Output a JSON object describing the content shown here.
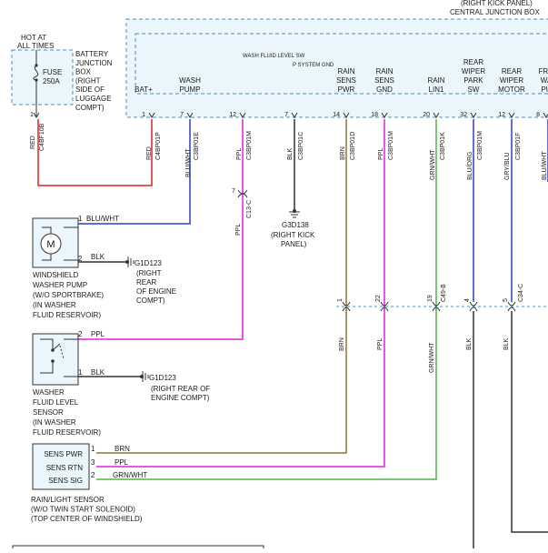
{
  "header": {
    "kick_panel_top": "(RIGHT KICK PANEL)",
    "central_junction_box": "CENTRAL JUNCTION BOX",
    "wash_fluid_level_sw": "WASH FLUID LEVEL SW",
    "p_system_gnd": "P SYSTEM GND"
  },
  "cjb_columns": [
    {
      "label_lines": [
        "BAT+"
      ],
      "pin": "1",
      "connector": "C4BP01P"
    },
    {
      "label_lines": [
        "WASH",
        "PUMP"
      ],
      "pin": "7",
      "connector": "C3BP01E"
    },
    {
      "label_lines": [],
      "pin": "12",
      "connector": "C3BP01M"
    },
    {
      "label_lines": [],
      "pin": "7",
      "connector": "C3BP01C"
    },
    {
      "label_lines": [
        "RAIN",
        "SENS",
        "PWR"
      ],
      "pin": "14",
      "connector": "C3BP01D"
    },
    {
      "label_lines": [
        "RAIN",
        "SENS",
        "GND"
      ],
      "pin": "18",
      "connector": "C3BP01M"
    },
    {
      "label_lines": [
        "RAIN",
        "LIN1"
      ],
      "pin": "20",
      "connector": "C3BP01K"
    },
    {
      "label_lines": [
        "REAR",
        "WIPER",
        "PARK",
        "SW"
      ],
      "pin": "32",
      "connector": "C3BP01M"
    },
    {
      "label_lines": [
        "REAR",
        "WIPER",
        "MOTOR"
      ],
      "pin": "12",
      "connector": "C3BP01F"
    },
    {
      "label_lines": [
        "FRO",
        "WA",
        "PU"
      ],
      "pin": "8",
      "connector": ""
    }
  ],
  "battery_box": {
    "hot_label": [
      "HOT AT",
      "ALL TIMES"
    ],
    "fuse_label": [
      "FUSE",
      "250A"
    ],
    "name_lines": [
      "BATTERY",
      "JUNCTION",
      "BOX",
      "(RIGHT",
      "SIDE OF",
      "LUGGAGE",
      "COMPT)"
    ],
    "pin": "1",
    "connector": "C4BF10B"
  },
  "wire_colors": {
    "red": "RED",
    "blu_wht": "BLU/WHT",
    "ppl": "PPL",
    "blk": "BLK",
    "brn": "BRN",
    "grn_wht": "GRN/WHT",
    "blu_org": "BLU/ORG",
    "gry_blu": "GRY/BLU"
  },
  "inline_c13": {
    "pin": "7",
    "connector": "C13-C"
  },
  "ground_g3d138": {
    "name": "G3D138",
    "location": [
      "(RIGHT KICK",
      "PANEL)"
    ]
  },
  "washer_pump": {
    "name_lines": [
      "WINDSHIELD",
      "WASHER PUMP",
      "(W/O SPORTBRAKE)",
      "(IN WASHER",
      "FLUID RESERVOIR)"
    ],
    "motor_symbol": "M",
    "pin1": "1",
    "pin2": "2",
    "ground": "G1D123",
    "ground_location": [
      "(RIGHT",
      "REAR",
      "OF ENGINE",
      "COMPT)"
    ]
  },
  "fluid_sensor": {
    "name_lines": [
      "WASHER",
      "FLUID LEVEL",
      "SENSOR",
      "(IN WASHER",
      "FLUID RESERVOIR)"
    ],
    "pin2": "2",
    "pin1": "1",
    "ground": "G1D123",
    "ground_location": [
      "(RIGHT REAR OF",
      "ENGINE COMPT)"
    ]
  },
  "inline_c49": {
    "pins": [
      "1",
      "22",
      "19"
    ],
    "connector": "C49-B"
  },
  "inline_c34": {
    "pins": [
      "4",
      "5"
    ],
    "connector": "C34-C"
  },
  "rain_sensor": {
    "pins": [
      {
        "label": "SENS PWR",
        "num": "1",
        "wire": "BRN"
      },
      {
        "label": "SENS RTN",
        "num": "3",
        "wire": "PPL"
      },
      {
        "label": "SENS SIG",
        "num": "2",
        "wire": "GRN/WHT"
      }
    ],
    "name_lines": [
      "RAIN/LIGHT SENSOR",
      "(W/O TWIN START SOLENOID)",
      "(TOP CENTER OF WINDSHIELD)"
    ]
  },
  "colors": {
    "red": "#e02020",
    "blue": "#2b3fc8",
    "magenta": "#e020e0",
    "brown": "#8b7536",
    "green": "#55b04a",
    "dark": "#333333",
    "cjb_fill": "#eaf6fb",
    "dash": "#4a90b8"
  }
}
